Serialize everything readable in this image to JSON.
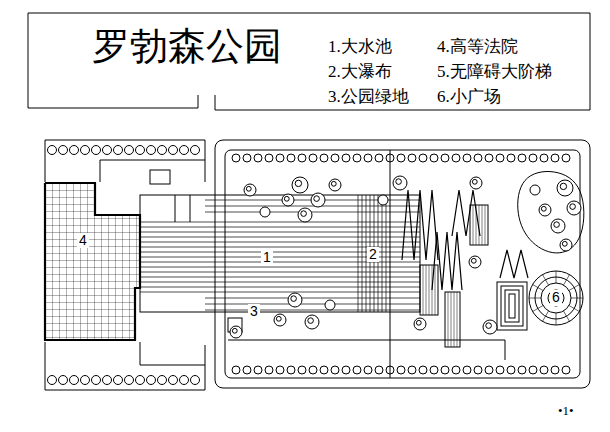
{
  "diagram": {
    "title": "罗勃森公园",
    "nodes": [
      {
        "text": [
          "4"
        ]
      },
      {
        "text": [
          "6"
        ]
      }
    ],
    "labels": [
      "1.大水池",
      "4.高等法院",
      "2.大瀑布",
      "5.无障碍大阶梯",
      "3.公园绿地",
      "6.小广场",
      "1",
      "2",
      "3",
      "•1•"
    ]
  }
}
